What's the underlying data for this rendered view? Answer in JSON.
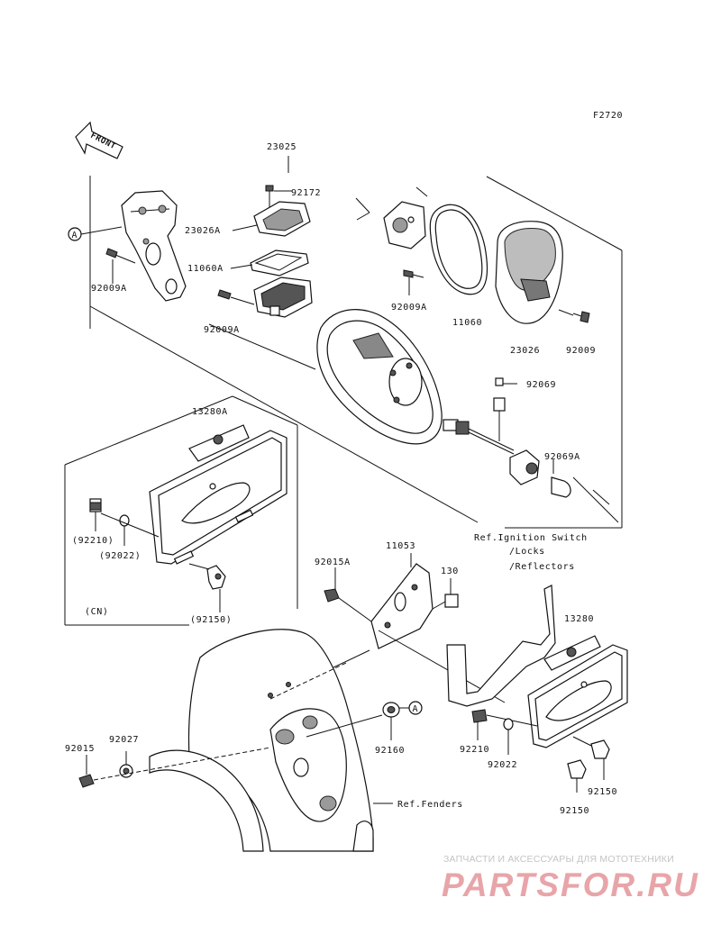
{
  "figure_code": "F2720",
  "front_arrow_label": "FRONT",
  "callout_a": "A",
  "parts": {
    "p23025": "23025",
    "p92172": "92172",
    "p23026A": "23026A",
    "p11060A": "11060A",
    "p92009A_1": "92009A",
    "p92009A_2": "92009A",
    "p92009A_3": "92009A",
    "p11060": "11060",
    "p23026": "23026",
    "p92009": "92009",
    "p92069": "92069",
    "p92069A": "92069A",
    "p13280A": "13280A",
    "p92210_cn": "(92210)",
    "p92022_cn": "(92022)",
    "p92150_cn": "(92150)",
    "cn": "(CN)",
    "p11053": "11053",
    "p92015A": "92015A",
    "p130": "130",
    "p13280": "13280",
    "p92015": "92015",
    "p92027": "92027",
    "p92160": "92160",
    "p92210": "92210",
    "p92022": "92022",
    "p92150_1": "92150",
    "p92150_2": "92150"
  },
  "references": {
    "ignition_line1": "Ref.Ignition Switch",
    "ignition_line2": "/Locks",
    "ignition_line3": "/Reflectors",
    "fenders": "Ref.Fenders"
  },
  "watermark": {
    "tagline": "ЗАПЧАСТИ И АКСЕССУАРЫ ДЛЯ МОТОТЕХНИКИ",
    "logo": "PARTSFOR.RU",
    "logo_color": "#e8a5a9"
  }
}
